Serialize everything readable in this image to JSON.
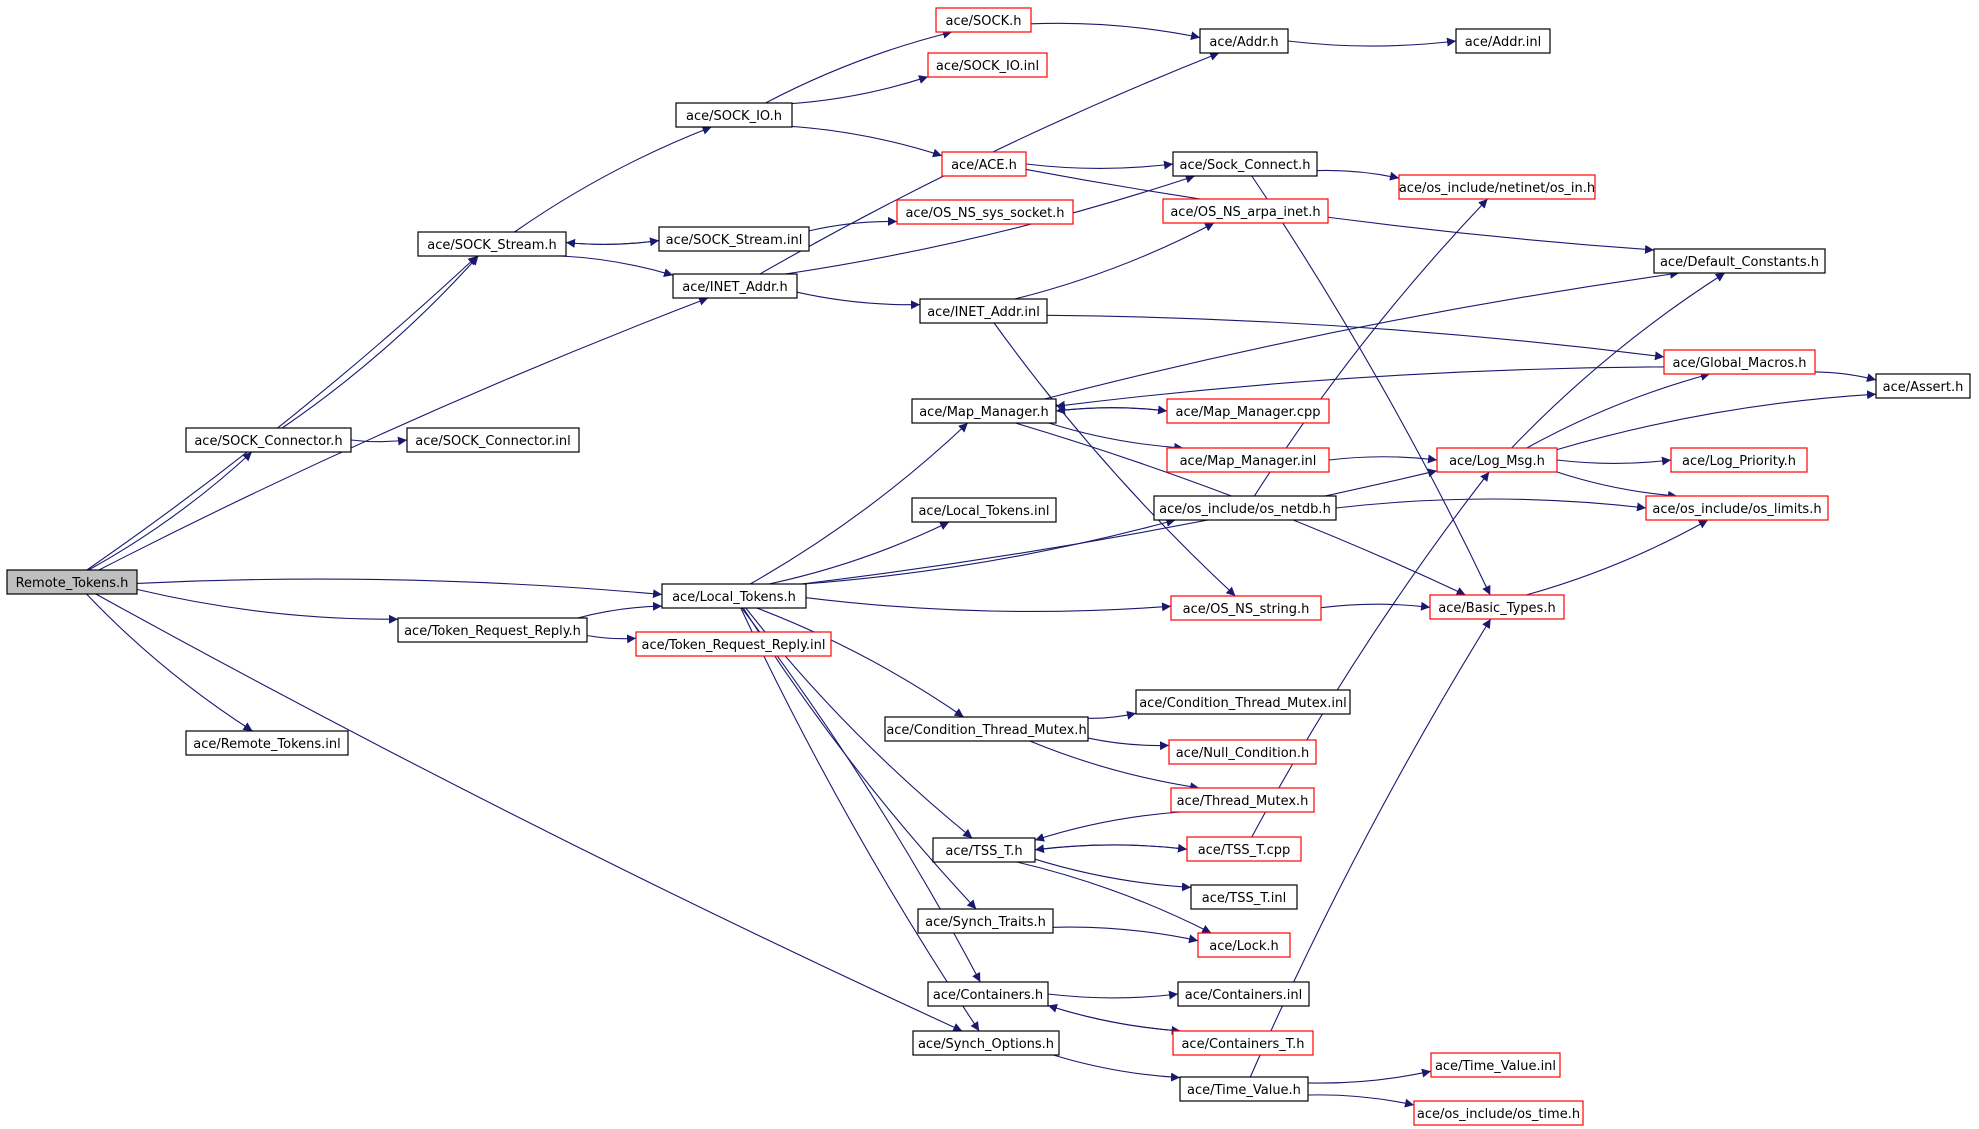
{
  "graph": {
    "nodes": [
      {
        "id": "remote_tokens_h",
        "label": "Remote_Tokens.h",
        "style": "root"
      },
      {
        "id": "sock_stream_h",
        "label": "ace/SOCK_Stream.h",
        "style": "black"
      },
      {
        "id": "sock_connector_h",
        "label": "ace/SOCK_Connector.h",
        "style": "black"
      },
      {
        "id": "sock_connector_inl",
        "label": "ace/SOCK_Connector.inl",
        "style": "black"
      },
      {
        "id": "token_request_reply_h",
        "label": "ace/Token_Request_Reply.h",
        "style": "black"
      },
      {
        "id": "token_request_reply_inl",
        "label": "ace/Token_Request_Reply.inl",
        "style": "red"
      },
      {
        "id": "remote_tokens_inl",
        "label": "ace/Remote_Tokens.inl",
        "style": "black"
      },
      {
        "id": "sock_io_h",
        "label": "ace/SOCK_IO.h",
        "style": "black"
      },
      {
        "id": "sock_stream_inl",
        "label": "ace/SOCK_Stream.inl",
        "style": "black"
      },
      {
        "id": "inet_addr_h",
        "label": "ace/INET_Addr.h",
        "style": "black"
      },
      {
        "id": "local_tokens_h",
        "label": "ace/Local_Tokens.h",
        "style": "black"
      },
      {
        "id": "sock_h",
        "label": "ace/SOCK.h",
        "style": "red"
      },
      {
        "id": "sock_io_inl",
        "label": "ace/SOCK_IO.inl",
        "style": "red"
      },
      {
        "id": "ace_h",
        "label": "ace/ACE.h",
        "style": "red"
      },
      {
        "id": "os_ns_sys_socket_h",
        "label": "ace/OS_NS_sys_socket.h",
        "style": "red"
      },
      {
        "id": "inet_addr_inl",
        "label": "ace/INET_Addr.inl",
        "style": "black"
      },
      {
        "id": "map_manager_h",
        "label": "ace/Map_Manager.h",
        "style": "black"
      },
      {
        "id": "local_tokens_inl",
        "label": "ace/Local_Tokens.inl",
        "style": "black"
      },
      {
        "id": "os_netdb_h",
        "label": "ace/os_include/os_netdb.h",
        "style": "black"
      },
      {
        "id": "condition_thread_mutex_h",
        "label": "ace/Condition_Thread_Mutex.h",
        "style": "black"
      },
      {
        "id": "tss_t_h",
        "label": "ace/TSS_T.h",
        "style": "black"
      },
      {
        "id": "synch_traits_h",
        "label": "ace/Synch_Traits.h",
        "style": "black"
      },
      {
        "id": "containers_h",
        "label": "ace/Containers.h",
        "style": "black"
      },
      {
        "id": "synch_options_h",
        "label": "ace/Synch_Options.h",
        "style": "black"
      },
      {
        "id": "addr_h",
        "label": "ace/Addr.h",
        "style": "black"
      },
      {
        "id": "addr_inl",
        "label": "ace/Addr.inl",
        "style": "black"
      },
      {
        "id": "sock_connect_h",
        "label": "ace/Sock_Connect.h",
        "style": "black"
      },
      {
        "id": "os_ns_arpa_inet_h",
        "label": "ace/OS_NS_arpa_inet.h",
        "style": "red"
      },
      {
        "id": "map_manager_cpp",
        "label": "ace/Map_Manager.cpp",
        "style": "red"
      },
      {
        "id": "map_manager_inl",
        "label": "ace/Map_Manager.inl",
        "style": "red"
      },
      {
        "id": "os_ns_string_h",
        "label": "ace/OS_NS_string.h",
        "style": "red"
      },
      {
        "id": "condition_thread_mutex_inl",
        "label": "ace/Condition_Thread_Mutex.inl",
        "style": "black"
      },
      {
        "id": "null_condition_h",
        "label": "ace/Null_Condition.h",
        "style": "red"
      },
      {
        "id": "thread_mutex_h",
        "label": "ace/Thread_Mutex.h",
        "style": "red"
      },
      {
        "id": "tss_t_cpp",
        "label": "ace/TSS_T.cpp",
        "style": "red"
      },
      {
        "id": "tss_t_inl",
        "label": "ace/TSS_T.inl",
        "style": "black"
      },
      {
        "id": "lock_h",
        "label": "ace/Lock.h",
        "style": "red"
      },
      {
        "id": "containers_inl",
        "label": "ace/Containers.inl",
        "style": "black"
      },
      {
        "id": "containers_t_h",
        "label": "ace/Containers_T.h",
        "style": "red"
      },
      {
        "id": "time_value_h",
        "label": "ace/Time_Value.h",
        "style": "black"
      },
      {
        "id": "os_in_h",
        "label": "ace/os_include/netinet/os_in.h",
        "style": "red"
      },
      {
        "id": "log_msg_h",
        "label": "ace/Log_Msg.h",
        "style": "red"
      },
      {
        "id": "basic_types_h",
        "label": "ace/Basic_Types.h",
        "style": "red"
      },
      {
        "id": "time_value_inl",
        "label": "ace/Time_Value.inl",
        "style": "red"
      },
      {
        "id": "os_time_h",
        "label": "ace/os_include/os_time.h",
        "style": "red"
      },
      {
        "id": "default_constants_h",
        "label": "ace/Default_Constants.h",
        "style": "black"
      },
      {
        "id": "global_macros_h",
        "label": "ace/Global_Macros.h",
        "style": "red"
      },
      {
        "id": "log_priority_h",
        "label": "ace/Log_Priority.h",
        "style": "red"
      },
      {
        "id": "os_limits_h",
        "label": "ace/os_include/os_limits.h",
        "style": "red"
      },
      {
        "id": "assert_h",
        "label": "ace/Assert.h",
        "style": "black"
      }
    ],
    "edges": [
      [
        "remote_tokens_h",
        "sock_stream_h"
      ],
      [
        "remote_tokens_h",
        "sock_connector_h"
      ],
      [
        "remote_tokens_h",
        "inet_addr_h"
      ],
      [
        "remote_tokens_h",
        "local_tokens_h"
      ],
      [
        "remote_tokens_h",
        "token_request_reply_h"
      ],
      [
        "remote_tokens_h",
        "synch_options_h"
      ],
      [
        "remote_tokens_h",
        "remote_tokens_inl"
      ],
      [
        "sock_connector_h",
        "sock_stream_h"
      ],
      [
        "sock_connector_h",
        "sock_connector_inl"
      ],
      [
        "sock_stream_h",
        "sock_io_h"
      ],
      [
        "sock_stream_h",
        "sock_stream_inl"
      ],
      [
        "sock_stream_h",
        "inet_addr_h"
      ],
      [
        "sock_stream_inl",
        "sock_stream_h"
      ],
      [
        "sock_stream_inl",
        "os_ns_sys_socket_h"
      ],
      [
        "sock_io_h",
        "sock_h"
      ],
      [
        "sock_io_h",
        "sock_io_inl"
      ],
      [
        "sock_io_h",
        "ace_h"
      ],
      [
        "sock_h",
        "addr_h"
      ],
      [
        "addr_h",
        "addr_inl"
      ],
      [
        "inet_addr_h",
        "addr_h"
      ],
      [
        "inet_addr_h",
        "sock_connect_h"
      ],
      [
        "inet_addr_h",
        "inet_addr_inl"
      ],
      [
        "ace_h",
        "sock_connect_h"
      ],
      [
        "ace_h",
        "default_constants_h"
      ],
      [
        "sock_connect_h",
        "os_in_h"
      ],
      [
        "sock_connect_h",
        "basic_types_h"
      ],
      [
        "inet_addr_inl",
        "os_ns_arpa_inet_h"
      ],
      [
        "inet_addr_inl",
        "global_macros_h"
      ],
      [
        "inet_addr_inl",
        "os_ns_string_h"
      ],
      [
        "token_request_reply_h",
        "local_tokens_h"
      ],
      [
        "token_request_reply_h",
        "token_request_reply_inl"
      ],
      [
        "local_tokens_h",
        "map_manager_h"
      ],
      [
        "local_tokens_h",
        "local_tokens_inl"
      ],
      [
        "local_tokens_h",
        "os_netdb_h"
      ],
      [
        "local_tokens_h",
        "log_msg_h"
      ],
      [
        "local_tokens_h",
        "os_ns_string_h"
      ],
      [
        "local_tokens_h",
        "condition_thread_mutex_h"
      ],
      [
        "local_tokens_h",
        "tss_t_h"
      ],
      [
        "local_tokens_h",
        "synch_traits_h"
      ],
      [
        "local_tokens_h",
        "containers_h"
      ],
      [
        "local_tokens_h",
        "synch_options_h"
      ],
      [
        "map_manager_h",
        "default_constants_h"
      ],
      [
        "map_manager_h",
        "map_manager_cpp"
      ],
      [
        "map_manager_h",
        "map_manager_inl"
      ],
      [
        "map_manager_h",
        "basic_types_h"
      ],
      [
        "map_manager_cpp",
        "map_manager_h"
      ],
      [
        "global_macros_h",
        "map_manager_h"
      ],
      [
        "map_manager_inl",
        "log_msg_h"
      ],
      [
        "os_netdb_h",
        "os_in_h"
      ],
      [
        "os_netdb_h",
        "os_limits_h"
      ],
      [
        "os_ns_string_h",
        "basic_types_h"
      ],
      [
        "log_msg_h",
        "default_constants_h"
      ],
      [
        "log_msg_h",
        "global_macros_h"
      ],
      [
        "log_msg_h",
        "assert_h"
      ],
      [
        "log_msg_h",
        "log_priority_h"
      ],
      [
        "log_msg_h",
        "os_limits_h"
      ],
      [
        "global_macros_h",
        "assert_h"
      ],
      [
        "basic_types_h",
        "os_limits_h"
      ],
      [
        "condition_thread_mutex_h",
        "condition_thread_mutex_inl"
      ],
      [
        "condition_thread_mutex_h",
        "null_condition_h"
      ],
      [
        "condition_thread_mutex_h",
        "thread_mutex_h"
      ],
      [
        "thread_mutex_h",
        "tss_t_h"
      ],
      [
        "tss_t_h",
        "tss_t_cpp"
      ],
      [
        "tss_t_cpp",
        "tss_t_h"
      ],
      [
        "tss_t_cpp",
        "log_msg_h"
      ],
      [
        "tss_t_h",
        "tss_t_inl"
      ],
      [
        "tss_t_h",
        "lock_h"
      ],
      [
        "synch_traits_h",
        "lock_h"
      ],
      [
        "containers_h",
        "containers_inl"
      ],
      [
        "containers_h",
        "containers_t_h"
      ],
      [
        "containers_t_h",
        "containers_h"
      ],
      [
        "synch_options_h",
        "time_value_h"
      ],
      [
        "time_value_h",
        "basic_types_h"
      ],
      [
        "time_value_h",
        "time_value_inl"
      ],
      [
        "time_value_h",
        "os_time_h"
      ]
    ]
  }
}
